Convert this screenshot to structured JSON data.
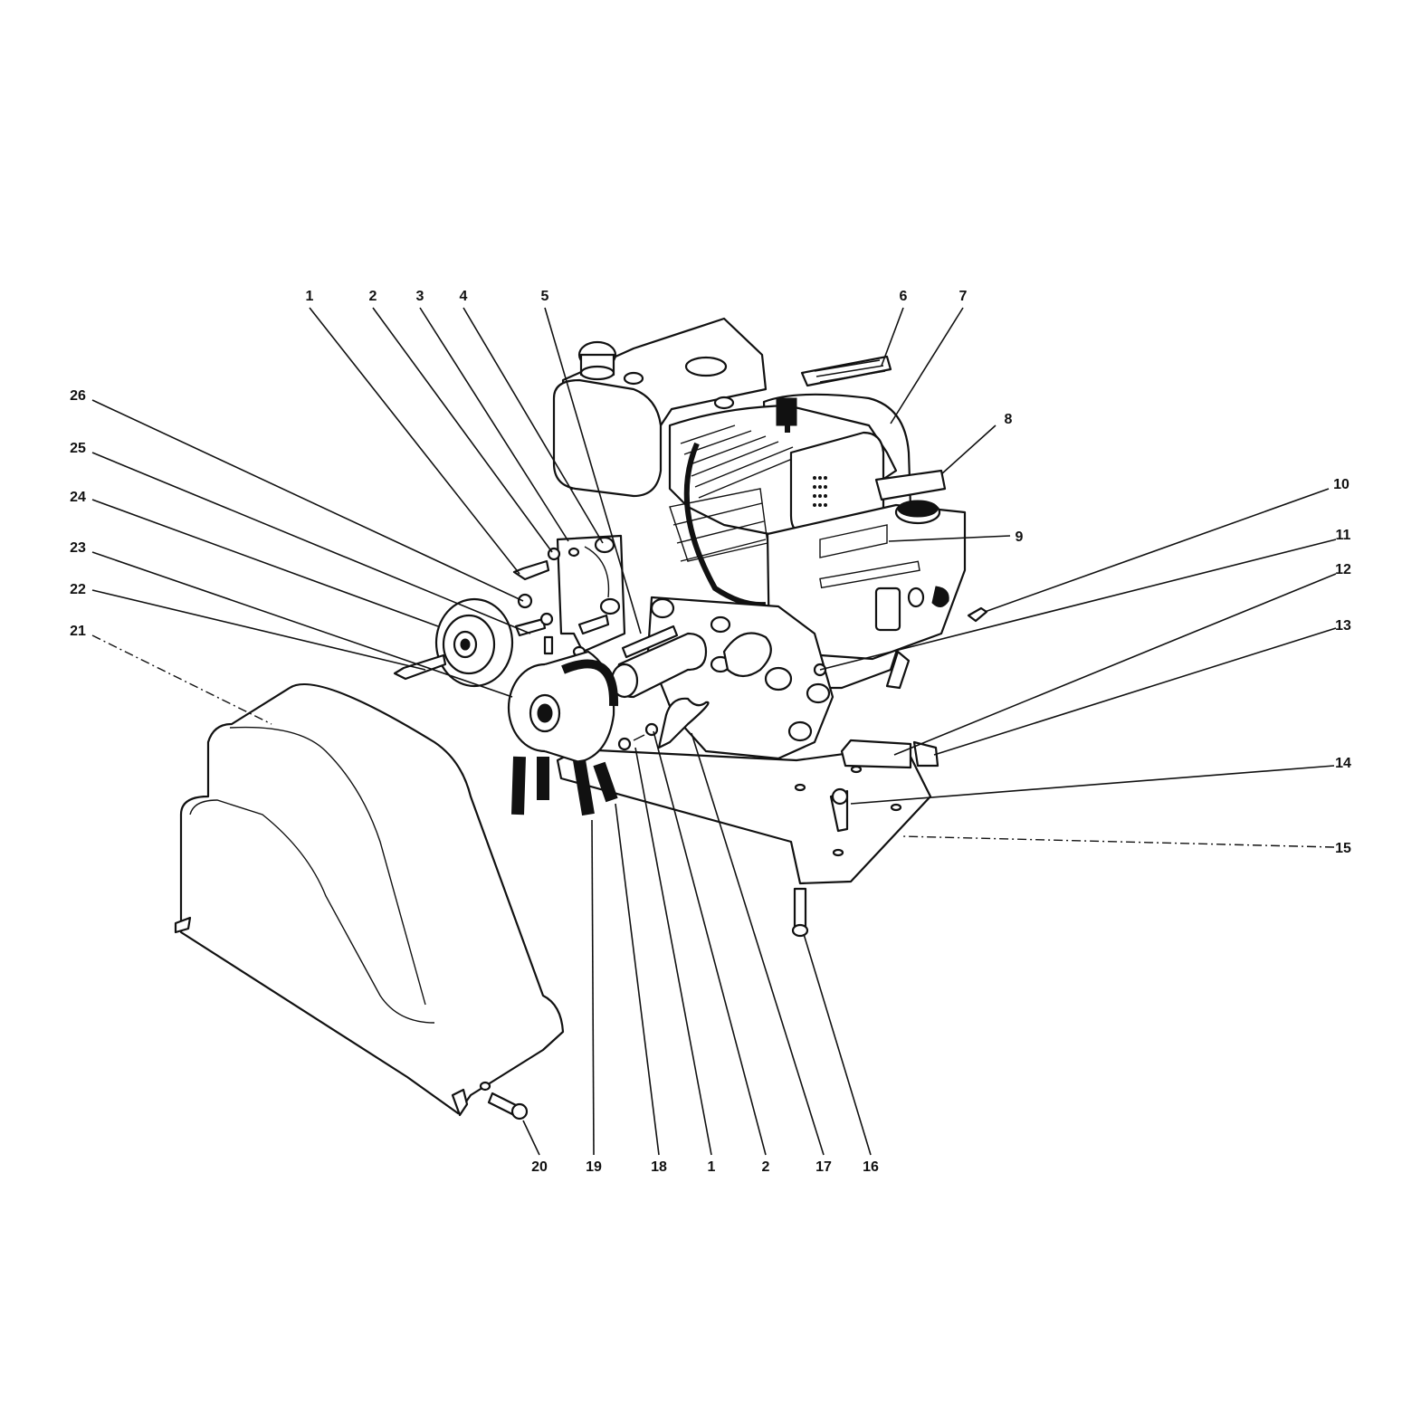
{
  "diagram": {
    "callouts": [
      {
        "id": "c1-top",
        "label": "1"
      },
      {
        "id": "c2-top",
        "label": "2"
      },
      {
        "id": "c3",
        "label": "3"
      },
      {
        "id": "c4",
        "label": "4"
      },
      {
        "id": "c5",
        "label": "5"
      },
      {
        "id": "c6",
        "label": "6"
      },
      {
        "id": "c7",
        "label": "7"
      },
      {
        "id": "c8",
        "label": "8"
      },
      {
        "id": "c9",
        "label": "9"
      },
      {
        "id": "c10",
        "label": "10"
      },
      {
        "id": "c11",
        "label": "11"
      },
      {
        "id": "c12",
        "label": "12"
      },
      {
        "id": "c13",
        "label": "13"
      },
      {
        "id": "c14",
        "label": "14"
      },
      {
        "id": "c15",
        "label": "15"
      },
      {
        "id": "c16",
        "label": "16"
      },
      {
        "id": "c17",
        "label": "17"
      },
      {
        "id": "c2-bottom",
        "label": "2"
      },
      {
        "id": "c1-bottom",
        "label": "1"
      },
      {
        "id": "c18",
        "label": "18"
      },
      {
        "id": "c19",
        "label": "19"
      },
      {
        "id": "c20",
        "label": "20"
      },
      {
        "id": "c21",
        "label": "21"
      },
      {
        "id": "c22",
        "label": "22"
      },
      {
        "id": "c23",
        "label": "23"
      },
      {
        "id": "c24",
        "label": "24"
      },
      {
        "id": "c25",
        "label": "25"
      },
      {
        "id": "c26",
        "label": "26"
      }
    ]
  }
}
